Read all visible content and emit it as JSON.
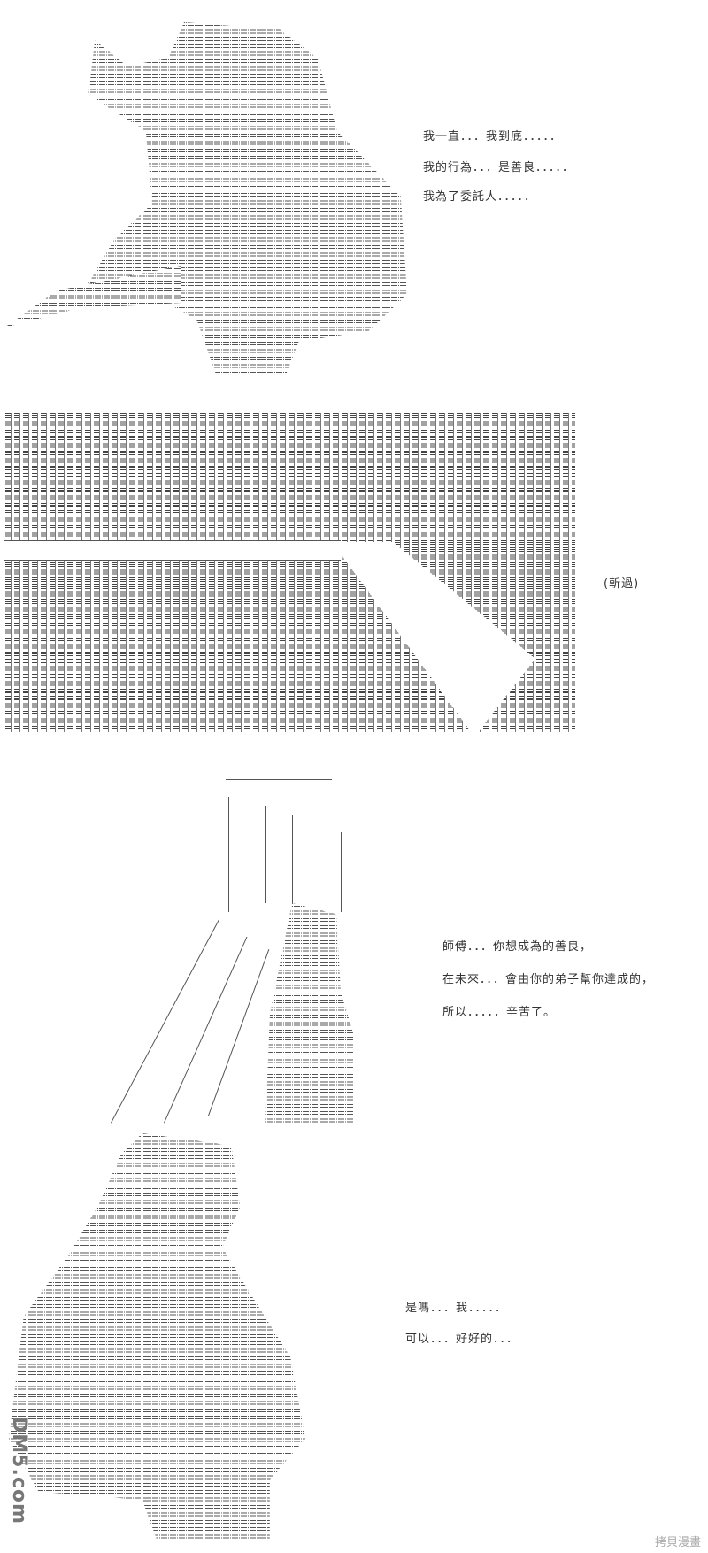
{
  "panels": [
    {
      "lines": [
        "我一直．．．我到底．．．．．",
        "我的行為．．．是善良．．．．．",
        "我為了委託人．．．．．"
      ]
    },
    {
      "lines": [
        "(斬過)"
      ]
    },
    {
      "lines": [
        "師傅．．．你想成為的善良，",
        "在未來．．．會由你的弟子幫你達成的，",
        "所以．．．．．辛苦了。"
      ]
    },
    {
      "lines": [
        "是嗎．．．我．．．．．",
        "可以．．．好好的．．．"
      ]
    }
  ],
  "logo": "DM5.com",
  "watermark": "拷貝漫畫"
}
